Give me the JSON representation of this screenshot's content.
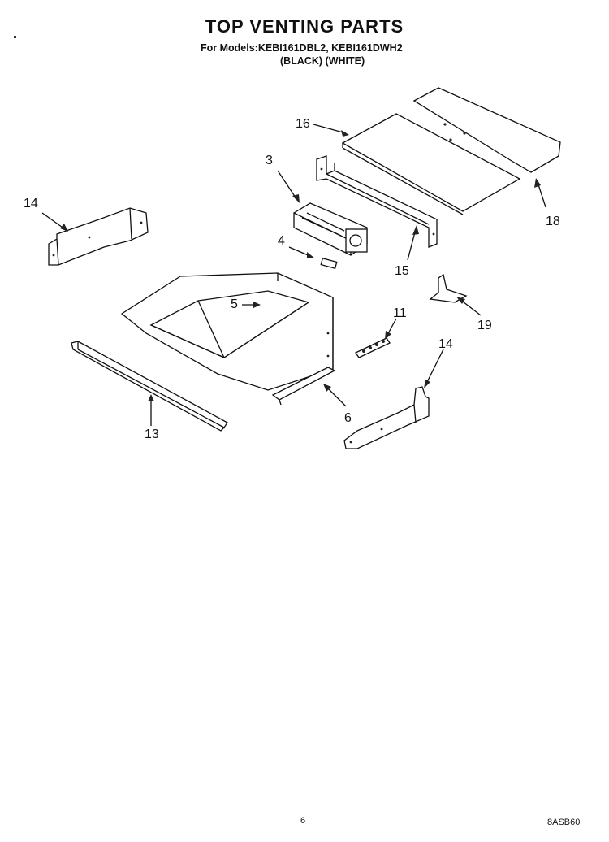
{
  "header": {
    "title": "TOP VENTING PARTS",
    "models_line": "For Models:KEBI161DBL2, KEBI161DWH2",
    "colors_line": "(BLACK)     (WHITE)"
  },
  "callouts": [
    {
      "id": "c16",
      "text": "16"
    },
    {
      "id": "c3",
      "text": "3"
    },
    {
      "id": "c14a",
      "text": "14"
    },
    {
      "id": "c18",
      "text": "18"
    },
    {
      "id": "c4",
      "text": "4"
    },
    {
      "id": "c15",
      "text": "15"
    },
    {
      "id": "c5",
      "text": "5"
    },
    {
      "id": "c11",
      "text": "11"
    },
    {
      "id": "c19",
      "text": "19"
    },
    {
      "id": "c14b",
      "text": "14"
    },
    {
      "id": "c6",
      "text": "6"
    },
    {
      "id": "c13",
      "text": "13"
    }
  ],
  "footer": {
    "page_number": "6",
    "drawing_code": "8ASB60"
  }
}
